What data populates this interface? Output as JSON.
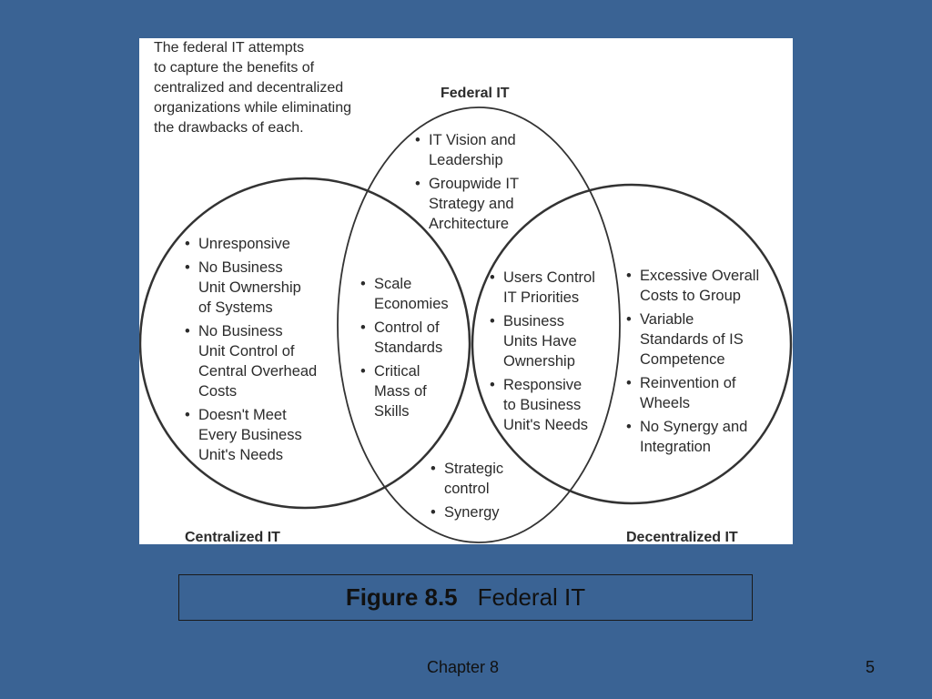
{
  "figure": {
    "intro_text": "The federal IT attempts\nto capture the benefits of\ncentralized and decentralized\norganizations while eliminating\nthe drawbacks of each.",
    "titles": {
      "federal": "Federal IT",
      "centralized": "Centralized IT",
      "decentralized": "Decentralized IT"
    },
    "centralized_items": [
      "Unresponsive",
      "No Business\nUnit Ownership\nof Systems",
      "No Business\nUnit Control of\nCentral Overhead\nCosts",
      "Doesn't Meet\nEvery Business\nUnit's Needs"
    ],
    "federal_top_items": [
      "IT Vision and\nLeadership",
      "Groupwide IT\nStrategy and\nArchitecture"
    ],
    "central_federal_overlap_items": [
      "Scale\nEconomies",
      "Control of\nStandards",
      "Critical\nMass of\nSkills"
    ],
    "federal_decentral_overlap_items": [
      "Users Control\nIT Priorities",
      "Business\nUnits Have\nOwnership",
      "Responsive\nto Business\nUnit's Needs"
    ],
    "decentralized_items": [
      "Excessive Overall\nCosts to Group",
      "Variable\nStandards of IS\nCompetence",
      "Reinvention of\nWheels",
      "No Synergy and\nIntegration"
    ],
    "federal_bottom_items": [
      "Strategic\ncontrol",
      "Synergy"
    ]
  },
  "caption": {
    "figure_number": "Figure 8.5",
    "title": "Federal IT"
  },
  "footer": {
    "chapter": "Chapter 8",
    "page": "5"
  }
}
